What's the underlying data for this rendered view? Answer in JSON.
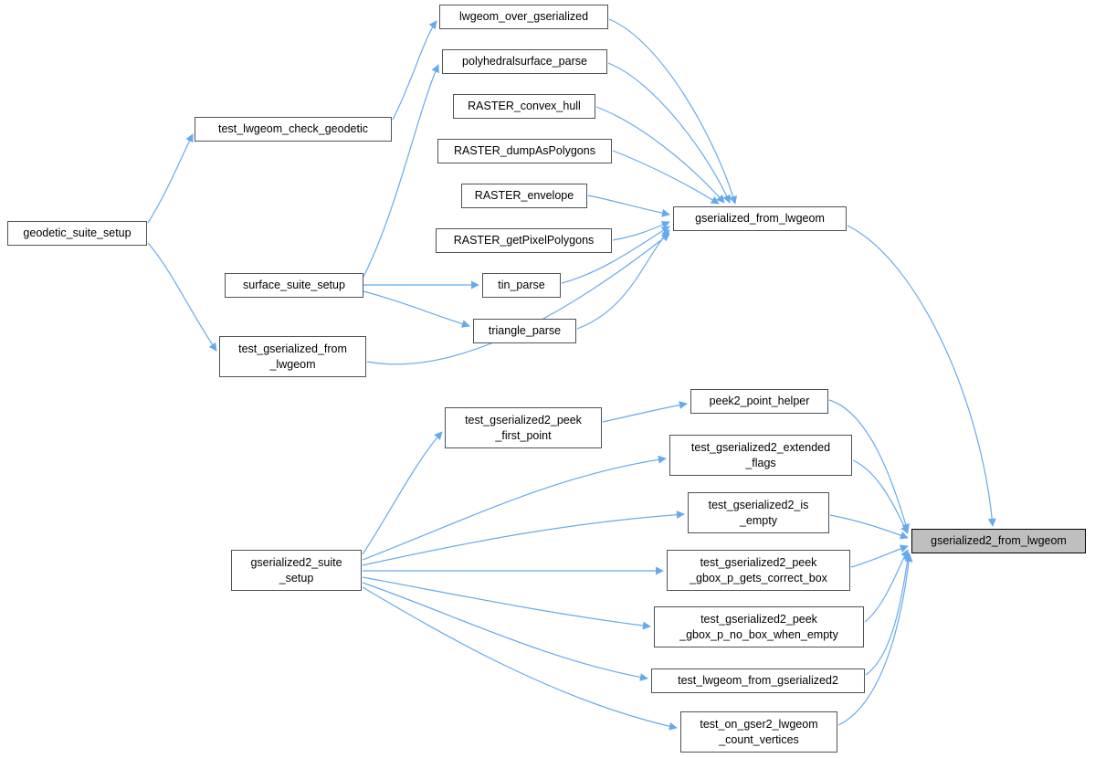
{
  "diagram": {
    "type": "call-graph",
    "highlighted_node": "gserialized2_from_lwgeom",
    "colors": {
      "edge": "#66aaee",
      "node_fill": "#ffffff",
      "node_border": "#4d5258",
      "highlight_fill": "#bfbfbf",
      "highlight_border": "#000000",
      "text": "#000000",
      "background": "#ffffff"
    }
  },
  "nodes": [
    {
      "id": "lwgeom_over_gserialized",
      "label": "lwgeom_over_gserialized"
    },
    {
      "id": "polyhedralsurface_parse",
      "label": "polyhedralsurface_parse"
    },
    {
      "id": "RASTER_convex_hull",
      "label": "RASTER_convex_hull"
    },
    {
      "id": "RASTER_dumpAsPolygons",
      "label": "RASTER_dumpAsPolygons"
    },
    {
      "id": "RASTER_envelope",
      "label": "RASTER_envelope"
    },
    {
      "id": "RASTER_getPixelPolygons",
      "label": "RASTER_getPixelPolygons"
    },
    {
      "id": "gserialized_from_lwgeom",
      "label": "gserialized_from_lwgeom"
    },
    {
      "id": "test_lwgeom_check_geodetic",
      "label": "test_lwgeom_check_geodetic"
    },
    {
      "id": "geodetic_suite_setup",
      "label": "geodetic_suite_setup"
    },
    {
      "id": "surface_suite_setup",
      "label": "surface_suite_setup"
    },
    {
      "id": "tin_parse",
      "label": "tin_parse"
    },
    {
      "id": "triangle_parse",
      "label": "triangle_parse"
    },
    {
      "id": "test_gserialized_from_lwgeom",
      "label": "test_gserialized_from\n_lwgeom"
    },
    {
      "id": "peek2_point_helper",
      "label": "peek2_point_helper"
    },
    {
      "id": "test_gserialized2_peek_first_point",
      "label": "test_gserialized2_peek\n_first_point"
    },
    {
      "id": "test_gserialized2_extended_flags",
      "label": "test_gserialized2_extended\n_flags"
    },
    {
      "id": "test_gserialized2_is_empty",
      "label": "test_gserialized2_is\n_empty"
    },
    {
      "id": "gserialized2_from_lwgeom",
      "label": "gserialized2_from_lwgeom"
    },
    {
      "id": "gserialized2_suite_setup",
      "label": "gserialized2_suite\n_setup"
    },
    {
      "id": "test_gserialized2_peek_gbox_p_gets_correct_box",
      "label": "test_gserialized2_peek\n_gbox_p_gets_correct_box"
    },
    {
      "id": "test_gserialized2_peek_gbox_p_no_box_when_empty",
      "label": "test_gserialized2_peek\n_gbox_p_no_box_when_empty"
    },
    {
      "id": "test_lwgeom_from_gserialized2",
      "label": "test_lwgeom_from_gserialized2"
    },
    {
      "id": "test_on_gser2_lwgeom_count_vertices",
      "label": "test_on_gser2_lwgeom\n_count_vertices"
    }
  ],
  "edges": [
    {
      "from": "geodetic_suite_setup",
      "to": "test_lwgeom_check_geodetic"
    },
    {
      "from": "geodetic_suite_setup",
      "to": "test_gserialized_from_lwgeom"
    },
    {
      "from": "test_lwgeom_check_geodetic",
      "to": "lwgeom_over_gserialized"
    },
    {
      "from": "surface_suite_setup",
      "to": "polyhedralsurface_parse"
    },
    {
      "from": "surface_suite_setup",
      "to": "tin_parse"
    },
    {
      "from": "surface_suite_setup",
      "to": "triangle_parse"
    },
    {
      "from": "lwgeom_over_gserialized",
      "to": "gserialized_from_lwgeom"
    },
    {
      "from": "polyhedralsurface_parse",
      "to": "gserialized_from_lwgeom"
    },
    {
      "from": "RASTER_convex_hull",
      "to": "gserialized_from_lwgeom"
    },
    {
      "from": "RASTER_dumpAsPolygons",
      "to": "gserialized_from_lwgeom"
    },
    {
      "from": "RASTER_envelope",
      "to": "gserialized_from_lwgeom"
    },
    {
      "from": "RASTER_getPixelPolygons",
      "to": "gserialized_from_lwgeom"
    },
    {
      "from": "tin_parse",
      "to": "gserialized_from_lwgeom"
    },
    {
      "from": "triangle_parse",
      "to": "gserialized_from_lwgeom"
    },
    {
      "from": "test_gserialized_from_lwgeom",
      "to": "gserialized_from_lwgeom"
    },
    {
      "from": "gserialized_from_lwgeom",
      "to": "gserialized2_from_lwgeom"
    },
    {
      "from": "gserialized2_suite_setup",
      "to": "test_gserialized2_peek_first_point"
    },
    {
      "from": "gserialized2_suite_setup",
      "to": "test_gserialized2_extended_flags"
    },
    {
      "from": "gserialized2_suite_setup",
      "to": "test_gserialized2_is_empty"
    },
    {
      "from": "gserialized2_suite_setup",
      "to": "test_gserialized2_peek_gbox_p_gets_correct_box"
    },
    {
      "from": "gserialized2_suite_setup",
      "to": "test_gserialized2_peek_gbox_p_no_box_when_empty"
    },
    {
      "from": "gserialized2_suite_setup",
      "to": "test_lwgeom_from_gserialized2"
    },
    {
      "from": "gserialized2_suite_setup",
      "to": "test_on_gser2_lwgeom_count_vertices"
    },
    {
      "from": "test_gserialized2_peek_first_point",
      "to": "peek2_point_helper"
    },
    {
      "from": "peek2_point_helper",
      "to": "gserialized2_from_lwgeom"
    },
    {
      "from": "test_gserialized2_extended_flags",
      "to": "gserialized2_from_lwgeom"
    },
    {
      "from": "test_gserialized2_is_empty",
      "to": "gserialized2_from_lwgeom"
    },
    {
      "from": "test_gserialized2_peek_gbox_p_gets_correct_box",
      "to": "gserialized2_from_lwgeom"
    },
    {
      "from": "test_gserialized2_peek_gbox_p_no_box_when_empty",
      "to": "gserialized2_from_lwgeom"
    },
    {
      "from": "test_lwgeom_from_gserialized2",
      "to": "gserialized2_from_lwgeom"
    },
    {
      "from": "test_on_gser2_lwgeom_count_vertices",
      "to": "gserialized2_from_lwgeom"
    }
  ]
}
